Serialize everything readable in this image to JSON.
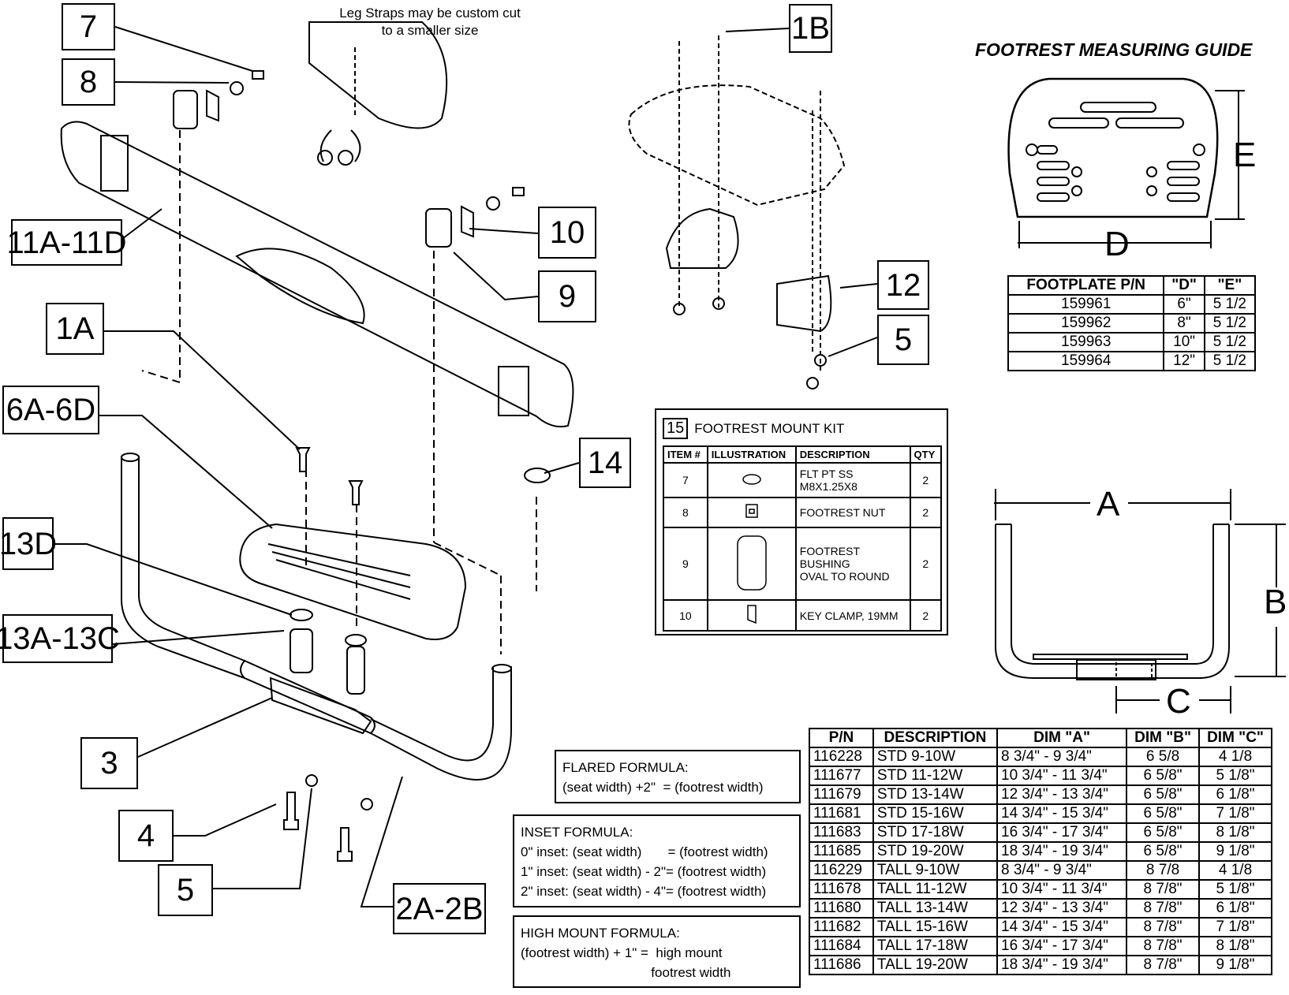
{
  "callouts": {
    "c7": "7",
    "c8": "8",
    "c11": "11A-11D",
    "c10": "10",
    "c9": "9",
    "c1a": "1A",
    "c6": "6A-6D",
    "c13d": "13D",
    "c13a": "13A-13C",
    "c3": "3",
    "c4": "4",
    "c5a": "5",
    "c2": "2A-2B",
    "c1b": "1B",
    "c12": "12",
    "c5b": "5",
    "c14": "14"
  },
  "notes": {
    "leg_straps_line1": "Leg Straps may be custom cut",
    "leg_straps_line2": "to a smaller size"
  },
  "measuring_guide": {
    "title": "FOOTREST MEASURING GUIDE",
    "dim_d": "D",
    "dim_e": "E",
    "dim_a": "A",
    "dim_b": "B",
    "dim_c": "C"
  },
  "footplate_table": {
    "headers": [
      "FOOTPLATE P/N",
      "\"D\"",
      "\"E\""
    ],
    "rows": [
      [
        "159961",
        "6\"",
        "5 1/2"
      ],
      [
        "159962",
        "8\"",
        "5 1/2"
      ],
      [
        "159963",
        "10\"",
        "5 1/2"
      ],
      [
        "159964",
        "12\"",
        "5 1/2"
      ]
    ]
  },
  "mount_kit": {
    "number": "15",
    "title": "FOOTREST MOUNT KIT",
    "headers": [
      "ITEM #",
      "ILLUSTRATION",
      "DESCRIPTION",
      "QTY"
    ],
    "rows": [
      {
        "item": "7",
        "desc1": "FLT PT SS",
        "desc2": "M8X1.25X8",
        "desc3": "",
        "qty": "2"
      },
      {
        "item": "8",
        "desc1": "FOOTREST NUT",
        "desc2": "",
        "desc3": "",
        "qty": "2"
      },
      {
        "item": "9",
        "desc1": "FOOTREST",
        "desc2": "BUSHING",
        "desc3": "OVAL TO ROUND",
        "qty": "2"
      },
      {
        "item": "10",
        "desc1": "KEY CLAMP, 19MM",
        "desc2": "",
        "desc3": "",
        "qty": "2"
      }
    ]
  },
  "formulas": {
    "flared_title": "FLARED FORMULA:",
    "flared_line": "(seat width) +2\"  = (footrest width)",
    "inset_title": "INSET FORMULA:",
    "inset_line1": "0\" inset: (seat width)       = (footrest width)",
    "inset_line2": "1\" inset: (seat width) - 2\"= (footrest width)",
    "inset_line3": "2\" inset: (seat width) - 4\"= (footrest width)",
    "high_title": "HIGH MOUNT FORMULA:",
    "high_line1": "(footrest width) + 1\" =  high mount",
    "high_line2": "                                   footrest width"
  },
  "pn_table": {
    "headers": [
      "P/N",
      "DESCRIPTION",
      "DIM \"A\"",
      "DIM \"B\"",
      "DIM \"C\""
    ],
    "rows": [
      [
        "116228",
        "STD 9-10W",
        "8 3/4\" - 9 3/4\"",
        "6 5/8",
        "4 1/8"
      ],
      [
        "111677",
        "STD 11-12W",
        "10 3/4\" - 11 3/4\"",
        "6 5/8\"",
        "5 1/8\""
      ],
      [
        "111679",
        "STD 13-14W",
        "12 3/4\" - 13 3/4\"",
        "6 5/8\"",
        "6 1/8\""
      ],
      [
        "111681",
        "STD 15-16W",
        "14 3/4\" - 15 3/4\"",
        "6 5/8\"",
        "7 1/8\""
      ],
      [
        "111683",
        "STD 17-18W",
        "16 3/4\" - 17 3/4\"",
        "6 5/8\"",
        "8 1/8\""
      ],
      [
        "111685",
        "STD 19-20W",
        "18 3/4\" - 19 3/4\"",
        "6 5/8\"",
        "9 1/8\""
      ],
      [
        "116229",
        "TALL 9-10W",
        "8 3/4\" - 9 3/4\"",
        "8 7/8",
        "4 1/8"
      ],
      [
        "111678",
        "TALL 11-12W",
        "10 3/4\" - 11 3/4\"",
        "8 7/8\"",
        "5 1/8\""
      ],
      [
        "111680",
        "TALL 13-14W",
        "12 3/4\" - 13 3/4\"",
        "8 7/8\"",
        "6 1/8\""
      ],
      [
        "111682",
        "TALL 15-16W",
        "14 3/4\" - 15 3/4\"",
        "8 7/8\"",
        "7 1/8\""
      ],
      [
        "111684",
        "TALL 17-18W",
        "16 3/4\" - 17 3/4\"",
        "8 7/8\"",
        "8 1/8\""
      ],
      [
        "111686",
        "TALL 19-20W",
        "18 3/4\" - 19 3/4\"",
        "8 7/8\"",
        "9 1/8\""
      ]
    ]
  }
}
